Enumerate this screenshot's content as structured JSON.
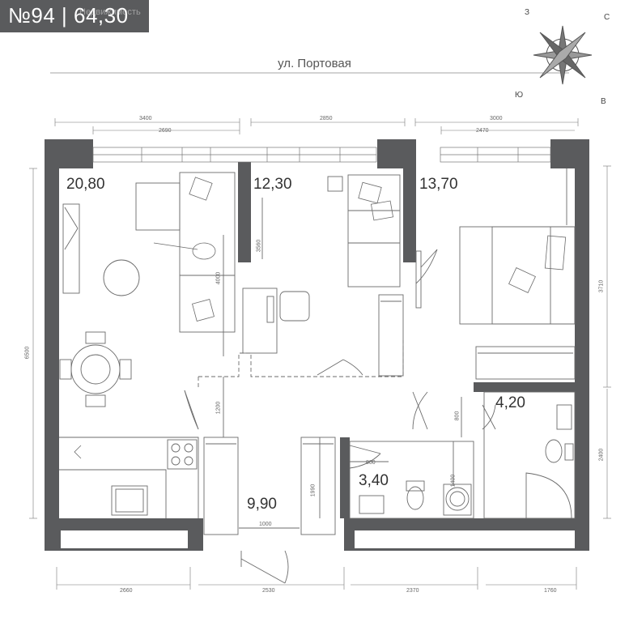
{
  "header": {
    "title": "№94 | 64,30",
    "watermark": "Недвижимость"
  },
  "street": "ул. Портовая",
  "compass": {
    "n": "З",
    "e": "С",
    "s": "В",
    "w": "Ю"
  },
  "rooms": {
    "living": "20,80",
    "study": "12,30",
    "bedroom": "13,70",
    "bathroom": "4,20",
    "wc": "3,40",
    "hall": "9,90"
  },
  "dims_top": {
    "a": "3400",
    "b": "2690",
    "c": "2850",
    "d": "3000",
    "e": "2470"
  },
  "dims_bottom": {
    "a": "2660",
    "b": "2530",
    "c": "2370",
    "d": "1760"
  },
  "dims_inner": {
    "d4000": "4000",
    "d3560": "3560",
    "d1200": "1200",
    "d1000": "1000",
    "d1990": "1990",
    "d800a": "800",
    "d800b": "800",
    "d1400": "1400"
  },
  "dims_side": {
    "left": "6500",
    "r1": "3710",
    "r2": "2400"
  },
  "colors": {
    "wall": "#5a5b5d",
    "line": "#6b6b6b",
    "header": "#5a5b5d"
  }
}
